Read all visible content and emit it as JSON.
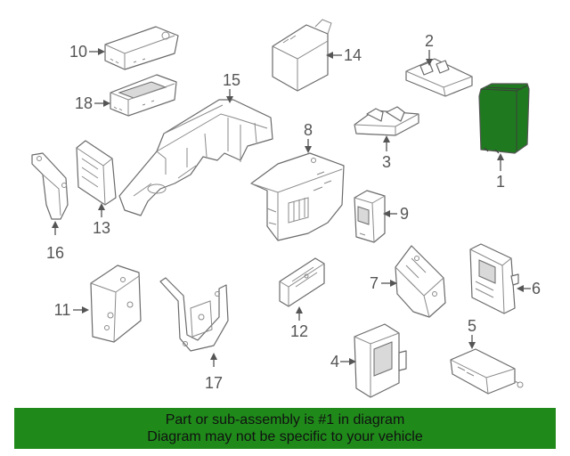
{
  "diagram": {
    "callouts": {
      "c1": "1",
      "c2": "2",
      "c3": "3",
      "c4": "4",
      "c5": "5",
      "c6": "6",
      "c7": "7",
      "c8": "8",
      "c9": "9",
      "c10": "10",
      "c11": "11",
      "c12": "12",
      "c13": "13",
      "c14": "14",
      "c15": "15",
      "c16": "16",
      "c17": "17",
      "c18": "18"
    },
    "highlight_color": "#1f7a1f",
    "highlighted_part": "1"
  },
  "banner": {
    "line1": "Part or sub-assembly is #1 in diagram",
    "line2": "Diagram may not be specific to your vehicle",
    "color": "#1f8a1a"
  }
}
